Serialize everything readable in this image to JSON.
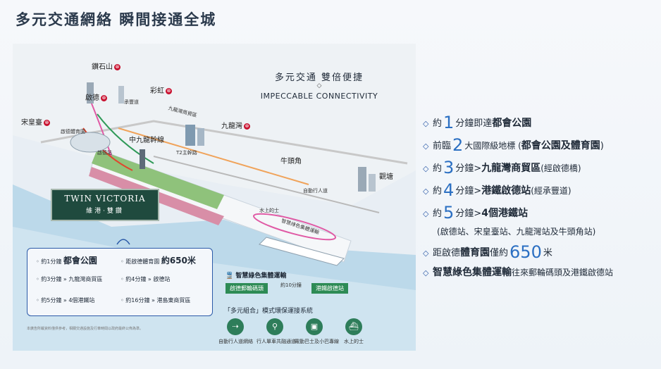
{
  "title": "多元交通網絡 瞬間接通全城",
  "connectivity": {
    "zh": "多元交通 雙倍便捷",
    "dia": "◇",
    "en": "IMPECCABLE CONNECTIVITY"
  },
  "map_labels": {
    "diamond_hill": "鑽石山",
    "choi_hung": "彩虹",
    "kai_tak": "啟德",
    "sung_wong_toi": "宋皇臺",
    "kowloon_bay": "九龍灣",
    "ngau_tau_kok": "牛頭角",
    "kwun_tong": "觀塘",
    "central_kowloon_route": "中九龍幹線",
    "t2_road": "T2主幹路",
    "kowloon_bay_business": "九龍灣商貿區",
    "stadium": "啟德體育園",
    "walkway": "自動行人道",
    "water_taxi": "水上的士",
    "shuttle_label": "智慧綠色集體運輸",
    "station_a": "承豐道",
    "station_b": "啟德站"
  },
  "twin_victoria": {
    "en": "TWIN VICTORIA",
    "zh": "維港‧雙鑽"
  },
  "legend": {
    "c1": "約1分鐘",
    "c1b": "都會公園",
    "c2": "距啟德體育園",
    "c2b": "約650米",
    "c3": "約3分鐘",
    "c3b": "九龍灣商貿區",
    "c4": "約4分鐘",
    "c4b": "啟德站",
    "c5": "約5分鐘",
    "c5b": "4個港鐵站",
    "c6": "約16分鐘",
    "c6b": "港島東商貿區"
  },
  "shuttle": {
    "header": "智慧綠色集體運輸",
    "from": "啟德郵輪碼頭",
    "time": "約10分鐘",
    "to": "港鐵啟德站"
  },
  "modes": {
    "header": "「多元組合」模式環保運接系統",
    "items": [
      "自動行人道網絡",
      "行人單車共融通道",
      "電動巴士及小巴專線",
      "水上的士"
    ]
  },
  "fine_print": "本廣告所載資料僅供參考，相關交通設施及行車時間以政府最終公佈為準。",
  "bullets": [
    {
      "pre": "約",
      "num": "1",
      "mid": "分鐘即達",
      "bold": "都會公園",
      "post": ""
    },
    {
      "pre": "前臨",
      "num": "2",
      "mid": "大國際級地標 (",
      "bold": "都會公園及體育園",
      "post": ")"
    },
    {
      "pre": "約",
      "num": "3",
      "mid": "分鐘>",
      "bold": "九龍灣商貿區",
      "post": "(經啟德橋)"
    },
    {
      "pre": "約",
      "num": "4",
      "mid": "分鐘>",
      "bold": "港鐵啟德站",
      "post": "(經承豐道)"
    },
    {
      "pre": "約",
      "num": "5",
      "mid": "分鐘>",
      "bold": "4個港鐵站",
      "post": ""
    },
    {
      "pre": "",
      "num": "",
      "mid": "(啟德站、宋皇臺站、九龍灣站及牛頭角站)",
      "bold": "",
      "post": ""
    },
    {
      "pre": "距啟德",
      "num": "",
      "mid": "",
      "bold": "體育園",
      "post": "僅約"
    },
    {
      "pre": "",
      "num": "",
      "mid": "",
      "bold": "智慧綠色集體運輸",
      "post": "往來郵輪碼頭及港鐵啟德站"
    }
  ],
  "bullet_650": {
    "num": "650",
    "unit": "米"
  }
}
